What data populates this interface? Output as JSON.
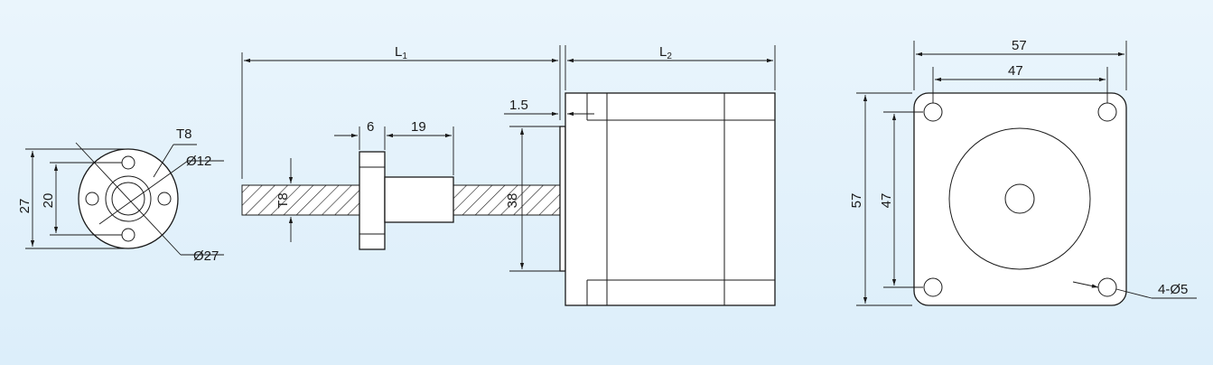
{
  "front_view": {
    "lead_label": "T8",
    "inner_dia": "Ø12",
    "outer_dia": "Ø27",
    "hole_spacing": "20",
    "flange_height": "27"
  },
  "side_view": {
    "l1_main": "L",
    "l1_sub": "1",
    "l2_main": "L",
    "l2_sub": "2",
    "nut_flange": "6",
    "nut_body": "19",
    "boss": "1.5",
    "screw_dia": "T8",
    "pilot_dia": "38"
  },
  "motor_face": {
    "width": "57",
    "hole_spacing_w": "47",
    "height": "57",
    "hole_spacing_h": "47",
    "mount_holes": "4-Ø5"
  },
  "colors": {
    "background": "#e3f1fb",
    "line": "#1a1a1a"
  }
}
